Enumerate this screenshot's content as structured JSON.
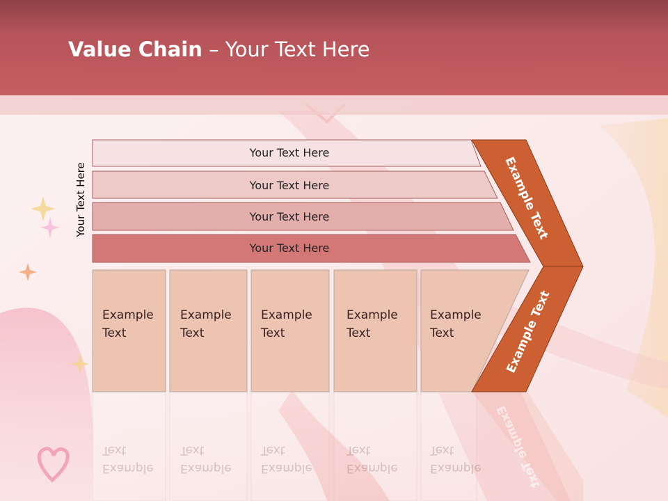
{
  "title": {
    "bold": "Value Chain",
    "rest": " – Your Text Here"
  },
  "side_label": "Your Text Here",
  "bars": [
    {
      "label": "Your Text Here",
      "color": "#f6e2e2"
    },
    {
      "label": "Your Text Here",
      "color": "#edc9c8"
    },
    {
      "label": "Your Text Here",
      "color": "#e3aeac"
    },
    {
      "label": "Your Text Here",
      "color": "#d37876"
    }
  ],
  "boxes": [
    {
      "line1": "Example",
      "line2": "Text"
    },
    {
      "line1": "Example",
      "line2": "Text"
    },
    {
      "line1": "Example",
      "line2": "Text"
    },
    {
      "line1": "Example",
      "line2": "Text"
    },
    {
      "line1": "Example",
      "line2": "Text"
    }
  ],
  "chevron": {
    "top_label": "Example Text",
    "bottom_label": "Example Text",
    "color": "#cc6032"
  },
  "colors": {
    "header": "#c65e61",
    "box_fill": "#ecc4b1",
    "box_border": "#b8a8a0"
  }
}
